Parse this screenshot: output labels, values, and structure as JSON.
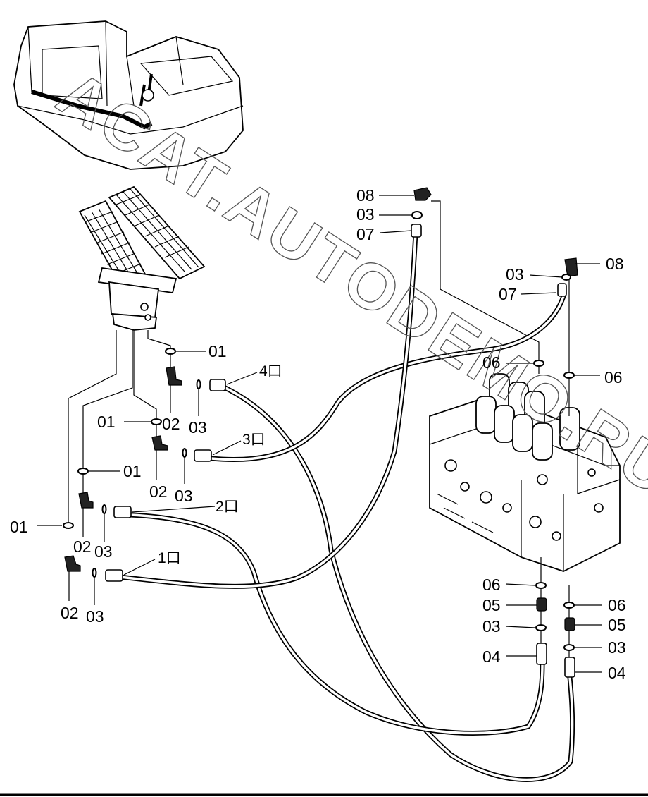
{
  "watermark": "ACAT.AUTODEMO.RU",
  "labels": {
    "left_01_a": "01",
    "left_01_b": "01",
    "left_01_c": "01",
    "left_01_d": "01",
    "left_02_a": "02",
    "left_02_b": "02",
    "left_02_c": "02",
    "left_02_d": "02",
    "left_03_a": "03",
    "left_03_b": "03",
    "left_03_c": "03",
    "left_03_d": "03",
    "port_4": "4口",
    "port_3": "3口",
    "port_2": "2口",
    "port_1": "1口",
    "top_08": "08",
    "top_03": "03",
    "top_07": "07",
    "right_08": "08",
    "right_03": "03",
    "right_07": "07",
    "right_06_top_a": "06",
    "right_06_top_b": "06",
    "low_06_a": "06",
    "low_05_a": "05",
    "low_03_a": "03",
    "low_04_a": "04",
    "low_06_b": "06",
    "low_05_b": "05",
    "low_03_b": "03",
    "low_04_b": "04"
  }
}
